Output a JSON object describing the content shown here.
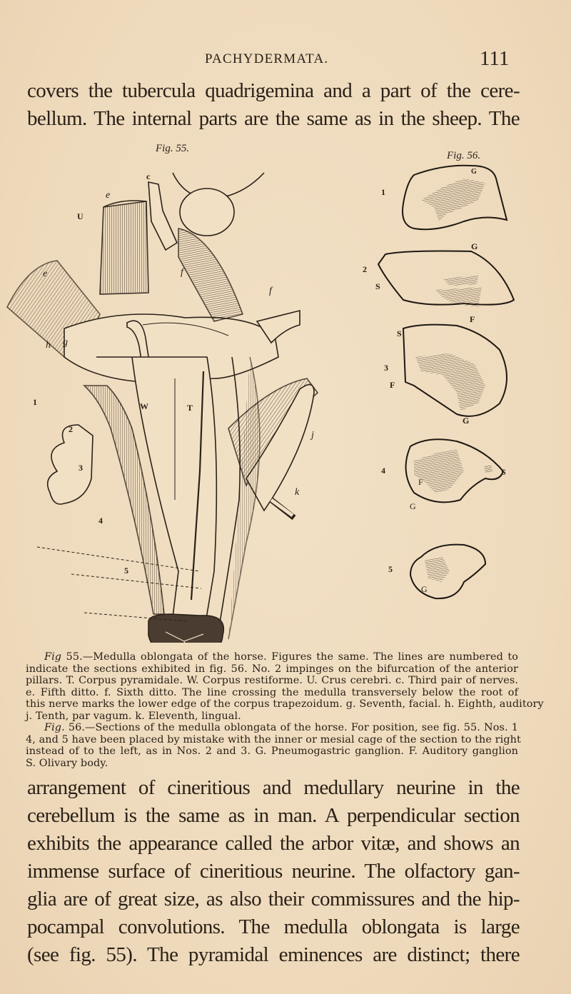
{
  "header": {
    "running_title": "PACHYDERMATA.",
    "page_number": "111"
  },
  "top_text": {
    "lines": [
      "covers the tubercula quadrigemina and a part of the cere-",
      "bellum. The internal parts are the same as in the sheep. The"
    ]
  },
  "figures": {
    "fig55": {
      "title": "Fig. 55.",
      "labels": {
        "c": "c",
        "e_top": "e",
        "U": "U",
        "e_left": "e",
        "f_mid": "f",
        "f_right": "f",
        "h": "h",
        "g": "g",
        "W": "W",
        "T": "T",
        "j": "j",
        "k": "k",
        "line1": "1",
        "line2": "2",
        "line3": "3",
        "line4": "4",
        "line5": "5"
      }
    },
    "fig56": {
      "title": "Fig. 56.",
      "sections": [
        {
          "number": "1",
          "labels": [
            "G"
          ]
        },
        {
          "number": "2",
          "labels": [
            "G",
            "S",
            "F"
          ]
        },
        {
          "number": "3",
          "labels": [
            "S",
            "F",
            "G"
          ]
        },
        {
          "number": "4",
          "labels": [
            "F",
            "S",
            "G"
          ]
        },
        {
          "number": "5",
          "labels": [
            "G"
          ]
        }
      ]
    }
  },
  "caption": {
    "fig55": {
      "label": "Fig",
      "lines": [
        " 55.—Medulla oblongata of the horse.  Figures the same.  The lines are numbered to",
        "indicate the sections exhibited in fig. 56.  No. 2 impinges on the bifurcation of the anterior",
        "pillars.  T. Corpus pyramidale.  W. Corpus restiforme.  U. Crus cerebri.  c. Third pair of nerves.",
        "e. Fifth ditto.  f. Sixth ditto.  The line crossing the medulla transversely below the root of",
        "this nerve marks the lower edge of the corpus trapezoidum. g. Seventh, facial. h. Eighth, auditory",
        "j. Tenth, par vagum.  k. Eleventh, lingual."
      ]
    },
    "fig56": {
      "label": "Fig.",
      "lines": [
        " 56.—Sections of the medulla oblongata of the horse.  For position, see fig. 55.  Nos. 1",
        "4, and 5 have been placed by mistake with the inner or mesial cage of the section to the right",
        "instead of to the left, as in Nos. 2 and 3.  G. Pneumogastric ganglion.  F. Auditory ganglion",
        "S. Olivary body."
      ]
    }
  },
  "bottom_text": {
    "lines": [
      "arrangement of cineritious and medullary neurine in the",
      "cerebellum is the same as in man.  A perpendicular section",
      "exhibits the appearance called the arbor vitæ, and shows an",
      "immense surface of cineritious neurine.  The olfactory gan-",
      "glia are of great size, as also their commissures and the hip-",
      "pocampal convolutions.  The medulla oblongata is large",
      "(see fig. 55).  The pyramidal eminences are distinct; there"
    ]
  },
  "colors": {
    "paper": "#efdcc0",
    "ink": "#2a2118"
  }
}
